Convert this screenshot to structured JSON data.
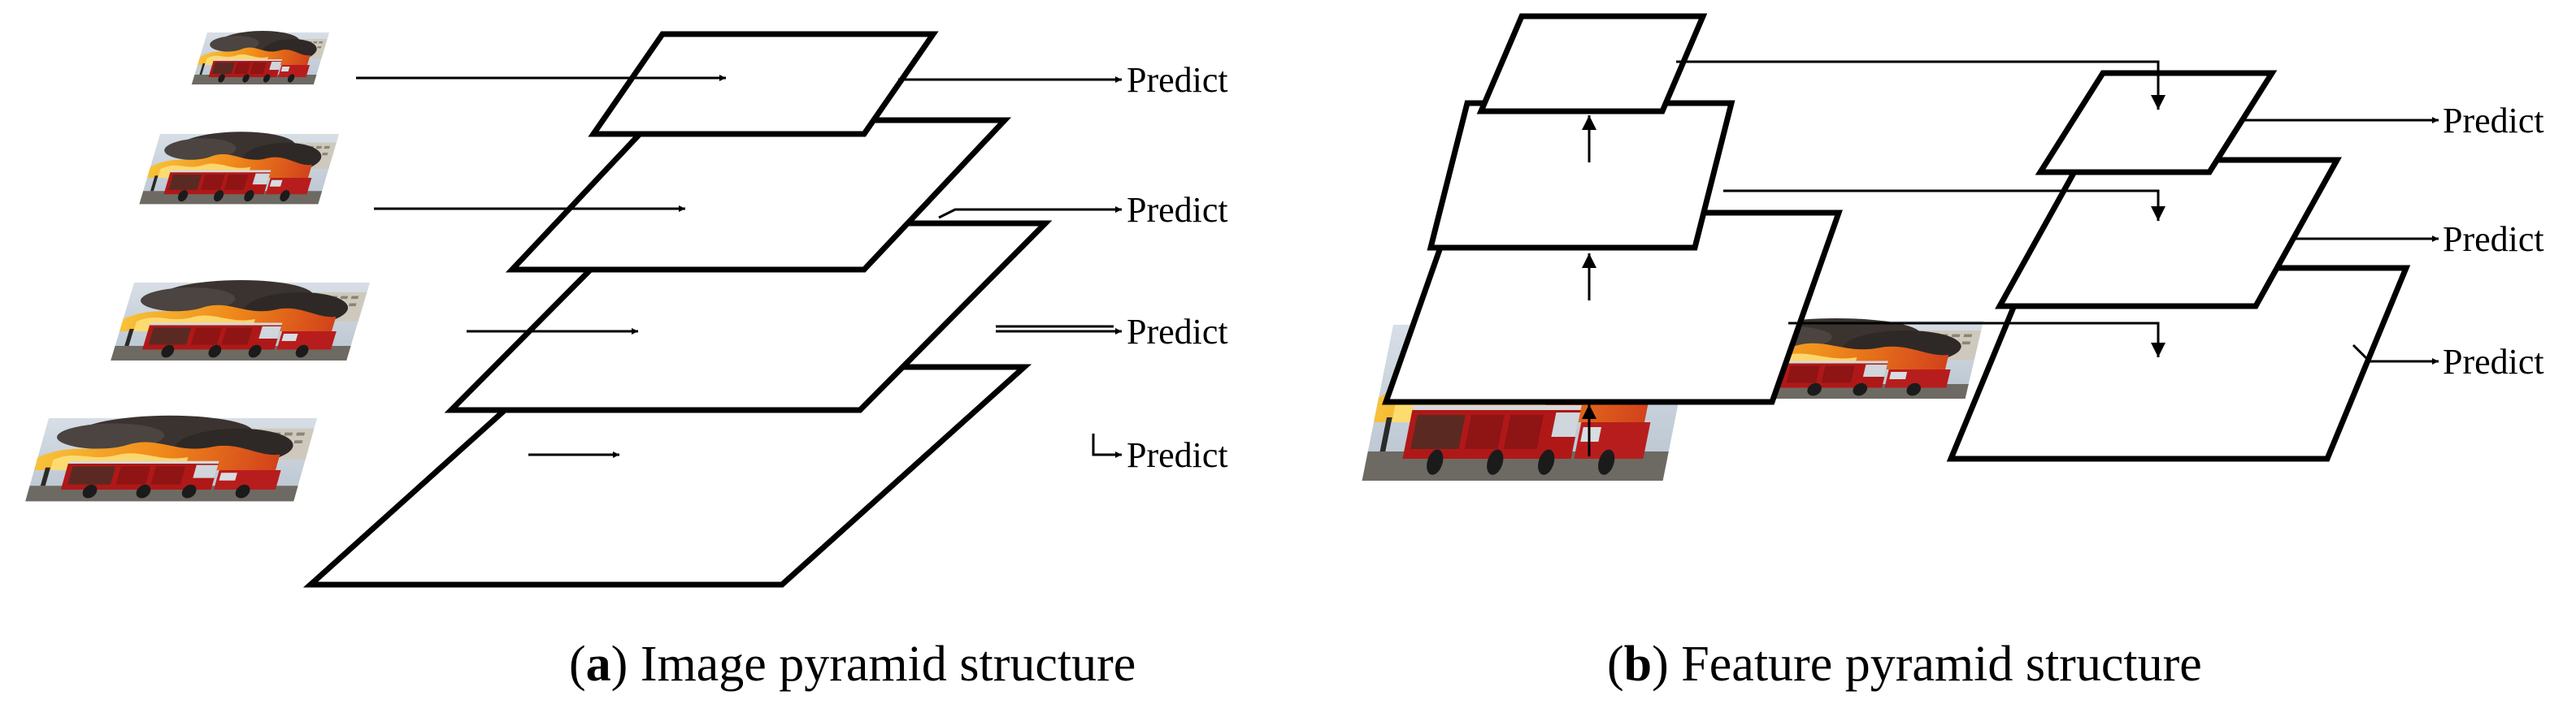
{
  "panel_a": {
    "predict_labels": [
      "Predict",
      "Predict",
      "Predict",
      "Predict"
    ],
    "caption": {
      "letter": "a",
      "text": " Image pyramid structure"
    }
  },
  "panel_b": {
    "predict_labels": [
      "Predict",
      "Predict",
      "Predict"
    ],
    "caption": {
      "letter": "b",
      "text": " Feature pyramid structure"
    }
  },
  "colors": {
    "sky": "#c9d4de",
    "smoke": "#3a3330",
    "fire": "#f08a1a",
    "truck": "#b01818",
    "ground": "#6d6a63"
  },
  "icons": [
    "fire-truck-photo"
  ]
}
